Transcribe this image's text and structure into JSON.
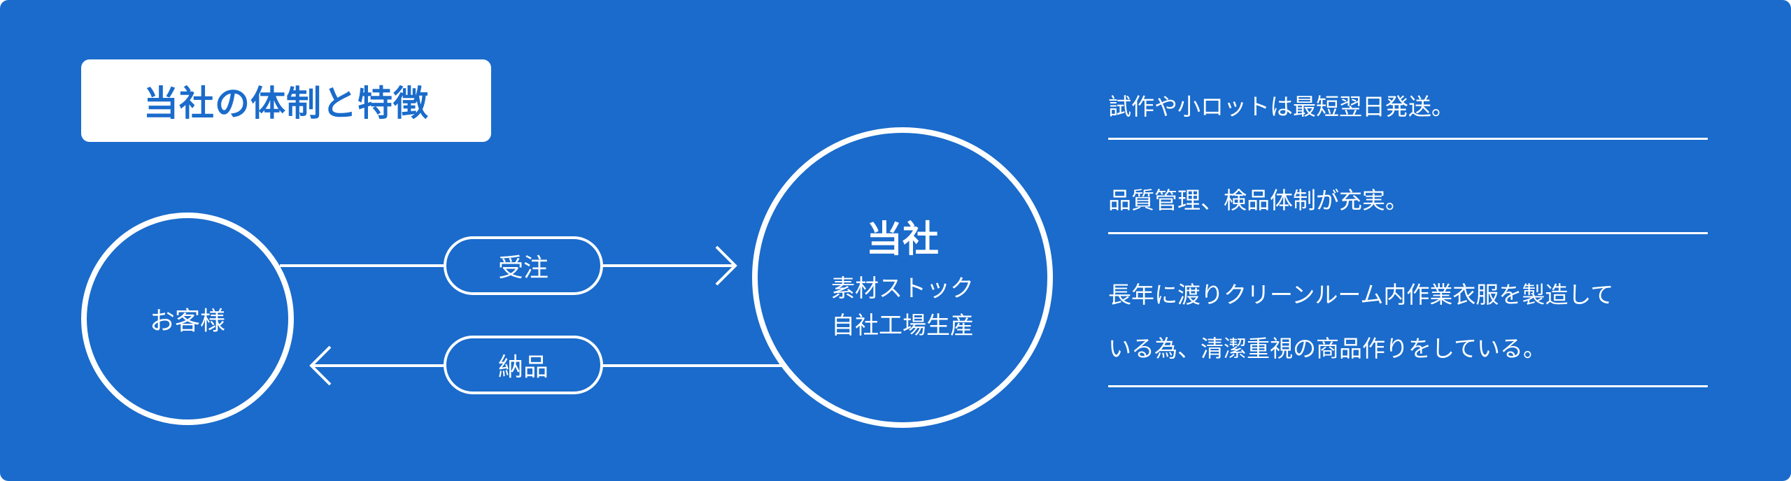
{
  "title": "当社の体制と特徴",
  "diagram": {
    "customer": "お客様",
    "company": {
      "name": "当社",
      "lines": [
        "素材ストック",
        "自社工場生産"
      ]
    },
    "order_label": "受注",
    "delivery_label": "納品"
  },
  "features": [
    {
      "lines": [
        "試作や小ロットは最短翌日発送。"
      ]
    },
    {
      "lines": [
        "品質管理、検品体制が充実。"
      ]
    },
    {
      "lines": [
        "長年に渡りクリーンルーム内作業衣服を製造して",
        "いる為、清潔重視の商品作りをしている。"
      ]
    }
  ],
  "colors": {
    "background": "#1a6bcb",
    "foreground": "#ffffff"
  }
}
